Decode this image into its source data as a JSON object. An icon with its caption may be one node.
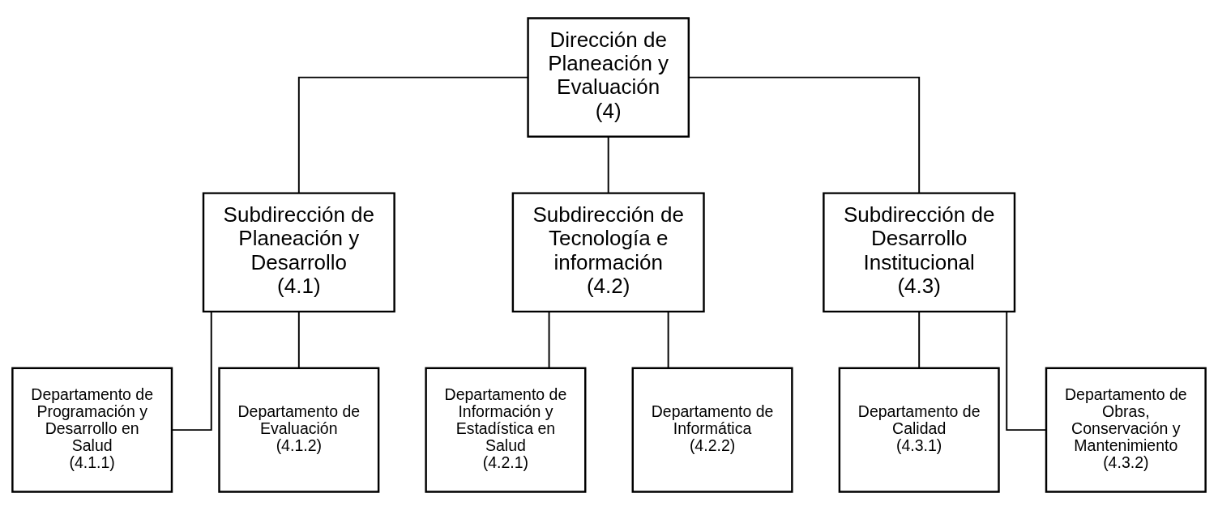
{
  "diagram": {
    "nodes": [
      {
        "text": [
          "Dirección de Planeación y Evaluación",
          "(4)"
        ]
      },
      {
        "text": [
          "Subdirección de Planeación y Desarrollo",
          "(4.1)"
        ]
      },
      {
        "text": [
          "Subdirección de Tecnología e información",
          "(4.2)"
        ]
      },
      {
        "text": [
          "Subdirección de Desarrollo Institucional",
          "(4.3)"
        ]
      },
      {
        "text": [
          "Departamento de Programación y Desarrollo en Salud",
          "(4.1.1)"
        ]
      },
      {
        "text": [
          "Departamento de Evaluación",
          "(4.1.2)"
        ]
      },
      {
        "text": [
          "Departamento de Información y Estadística en Salud",
          "(4.2.1)"
        ]
      },
      {
        "text": [
          "Departamento de Informática",
          "(4.2.2)"
        ]
      },
      {
        "text": [
          "Departamento de Calidad",
          "(4.3.1)"
        ]
      },
      {
        "text": [
          "Departamento de Obras, Conservación y Mantenimiento",
          "(4.3.2)"
        ]
      }
    ],
    "edges": [
      {
        "from": 0,
        "to": 1,
        "arrow": "none"
      },
      {
        "from": 0,
        "to": 2,
        "arrow": "none"
      },
      {
        "from": 0,
        "to": 3,
        "arrow": "none"
      },
      {
        "from": 1,
        "to": 4,
        "arrow": "none"
      },
      {
        "from": 1,
        "to": 5,
        "arrow": "none"
      },
      {
        "from": 2,
        "to": 6,
        "arrow": "none"
      },
      {
        "from": 2,
        "to": 7,
        "arrow": "none"
      },
      {
        "from": 3,
        "to": 8,
        "arrow": "none"
      },
      {
        "from": 3,
        "to": 9,
        "arrow": "none"
      }
    ]
  }
}
